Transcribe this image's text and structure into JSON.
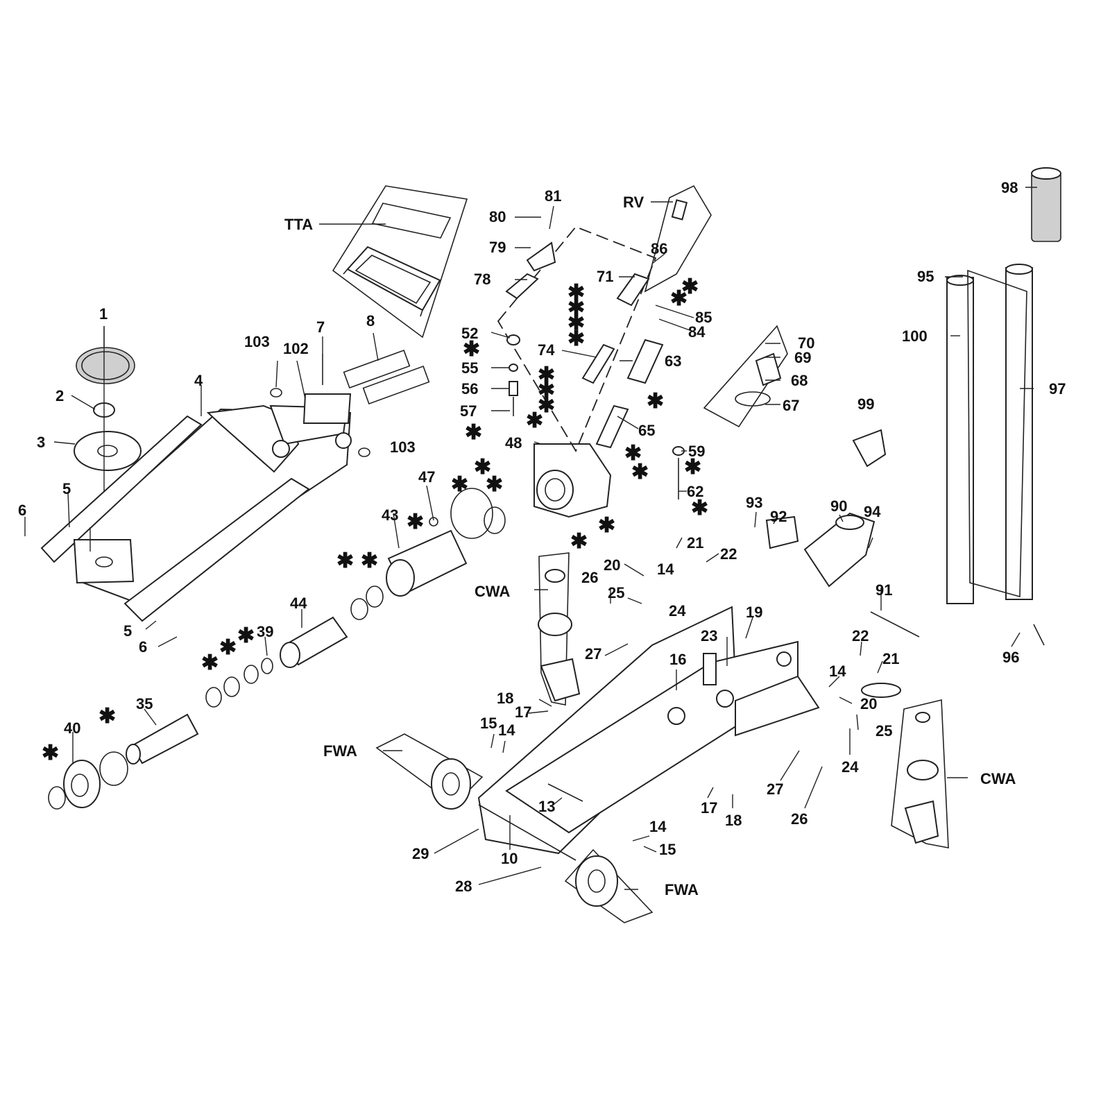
{
  "labels": {
    "l1": "1",
    "l2": "2",
    "l3": "3",
    "l4": "4",
    "l5a": "5",
    "l5b": "5",
    "l6a": "6",
    "l6b": "6",
    "l7": "7",
    "l8": "8",
    "l10": "10",
    "l13": "13",
    "l14a": "14",
    "l14b": "14",
    "l14c": "14",
    "l14d": "14",
    "l15a": "15",
    "l15b": "15",
    "l16": "16",
    "l17a": "17",
    "l17b": "17",
    "l18a": "18",
    "l18b": "18",
    "l19": "19",
    "l20a": "20",
    "l20b": "20",
    "l21a": "21",
    "l21b": "21",
    "l22a": "22",
    "l22b": "22",
    "l23": "23",
    "l24a": "24",
    "l24b": "24",
    "l25a": "25",
    "l25b": "25",
    "l26a": "26",
    "l26b": "26",
    "l27a": "27",
    "l27b": "27",
    "l28": "28",
    "l29": "29",
    "l35": "35",
    "l39": "39",
    "l40": "40",
    "l43": "43",
    "l44": "44",
    "l47": "47",
    "l48": "48",
    "l52": "52",
    "l55": "55",
    "l56": "56",
    "l57": "57",
    "l59": "59",
    "l62": "62",
    "l63": "63",
    "l65": "65",
    "l67": "67",
    "l68": "68",
    "l69": "69",
    "l70": "70",
    "l71": "71",
    "l74": "74",
    "l78": "78",
    "l79": "79",
    "l80": "80",
    "l81": "81",
    "l84": "84",
    "l85": "85",
    "l86": "86",
    "l90": "90",
    "l91": "91",
    "l92": "92",
    "l93": "93",
    "l94": "94",
    "l95": "95",
    "l96": "96",
    "l97": "97",
    "l98": "98",
    "l99": "99",
    "l100": "100",
    "l102": "102",
    "l103a": "103",
    "l103b": "103",
    "tta": "TTA",
    "rv": "RV",
    "cwa1": "CWA",
    "cwa2": "CWA",
    "fwa1": "FWA",
    "fwa2": "FWA"
  },
  "asterisk": "✱"
}
